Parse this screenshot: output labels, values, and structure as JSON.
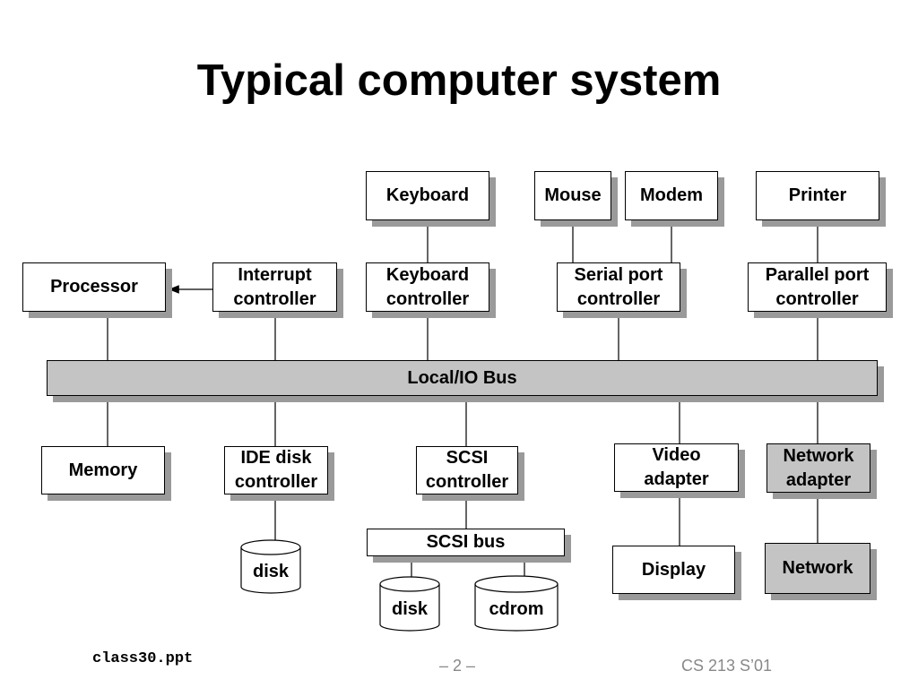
{
  "title": "Typical computer system",
  "nodes": {
    "keyboard": "Keyboard",
    "mouse": "Mouse",
    "modem": "Modem",
    "printer": "Printer",
    "processor": "Processor",
    "interrupt_controller": "Interrupt\ncontroller",
    "keyboard_controller": "Keyboard\ncontroller",
    "serial_port_controller": "Serial port\ncontroller",
    "parallel_port_controller": "Parallel port\ncontroller",
    "local_io_bus": "Local/IO Bus",
    "memory": "Memory",
    "ide_disk_controller": "IDE disk\ncontroller",
    "scsi_controller": "SCSI\ncontroller",
    "video_adapter": "Video\nadapter",
    "network_adapter": "Network\nadapter",
    "scsi_bus": "SCSI bus",
    "display": "Display",
    "network": "Network",
    "ide_disk": "disk",
    "scsi_disk": "disk",
    "cdrom": "cdrom"
  },
  "footer": {
    "file": "class30.ppt",
    "page": "– 2 –",
    "course": "CS 213 S’01"
  }
}
